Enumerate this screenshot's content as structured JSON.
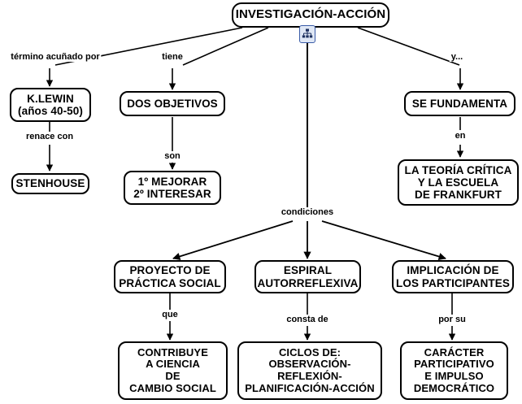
{
  "diagram": {
    "title": "INVESTIGACIÓN-ACCIÓN",
    "root_icon_name": "hierarchy-tree-icon",
    "colors": {
      "node_border": "#000000",
      "node_fill": "#ffffff",
      "text": "#000000",
      "edge": "#000000",
      "icon_border": "#3a5ca8",
      "icon_fill": "#dfe7f5"
    },
    "nodes": {
      "root": "INVESTIGACIÓN-ACCIÓN",
      "lewin": "K.LEWIN\n(años 40-50)",
      "stenhouse": "STENHOUSE",
      "dos_objetivos": "DOS OBJETIVOS",
      "objetivos_detalle": "1º MEJORAR\n2º INTERESAR",
      "se_fundamenta": "SE FUNDAMENTA",
      "teoria_critica": "LA TEORÍA CRÍTICA\nY LA ESCUELA\nDE FRANKFURT",
      "proyecto": "PROYECTO DE\nPRÁCTICA SOCIAL",
      "contribuye": "CONTRIBUYE\nA CIENCIA\nDE\nCAMBIO SOCIAL",
      "espiral": "ESPIRAL\nAUTORREFLEXIVA",
      "ciclos": "CICLOS DE:\nOBSERVACIÓN-\nREFLEXIÓN-\nPLANIFICACIÓN-ACCIÓN",
      "implicacion": "IMPLICACIÓN DE\nLOS PARTICIPANTES",
      "caracter": "CARÁCTER\nPARTICIPATIVO\nE IMPULSO\nDEMOCRÁTICO"
    },
    "link_labels": {
      "termino_acunado_por": "término acuñado por",
      "renace_con": "renace con",
      "tiene": "tiene",
      "son": "son",
      "y_puntos": "y...",
      "en": "en",
      "condiciones": "condiciones",
      "que": "que",
      "consta_de": "consta de",
      "por_su": "por su"
    }
  }
}
